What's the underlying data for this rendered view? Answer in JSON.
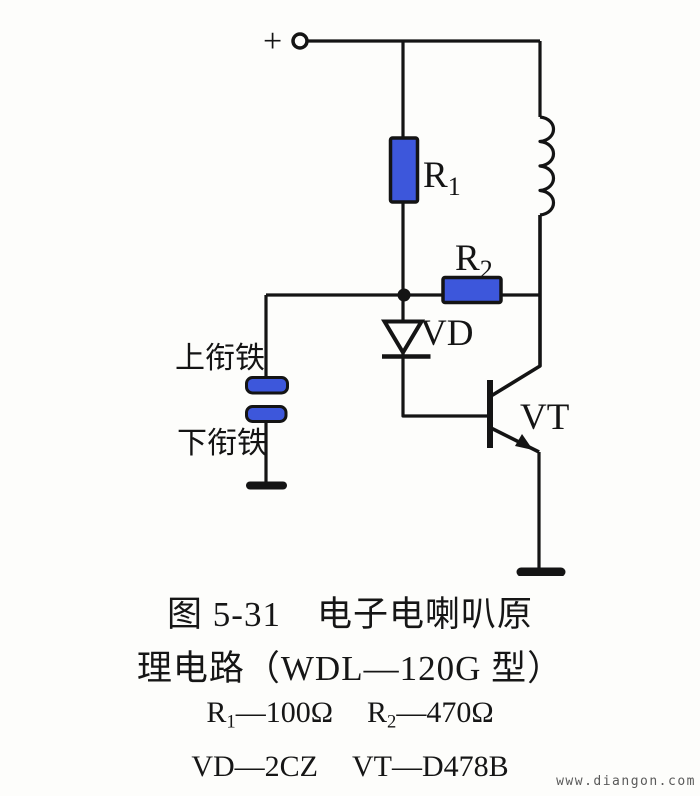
{
  "colors": {
    "background": "#fdfdfb",
    "line": "#141414",
    "component_blue": "#3d57db",
    "watermark_gray": "#5a5a5a"
  },
  "circuit": {
    "positive_terminal_label": "+",
    "r1_label": {
      "base": "R",
      "sub": "1"
    },
    "r2_label": {
      "base": "R",
      "sub": "2"
    },
    "diode_label": "VD",
    "transistor_label": "VT",
    "upper_armature_label": "上衔铁",
    "lower_armature_label": "下衔铁"
  },
  "caption": {
    "title_line1": "图 5-31　电子电喇叭原",
    "title_line2": "理电路（WDL—120G 型）",
    "component_values": [
      {
        "base": "R",
        "sub": "1",
        "value": "—100Ω"
      },
      {
        "base": "R",
        "sub": "2",
        "value": "—470Ω"
      }
    ],
    "component_types": [
      "VD—2CZ",
      "VT—D478B"
    ],
    "watermark": "www.diangon.com"
  }
}
